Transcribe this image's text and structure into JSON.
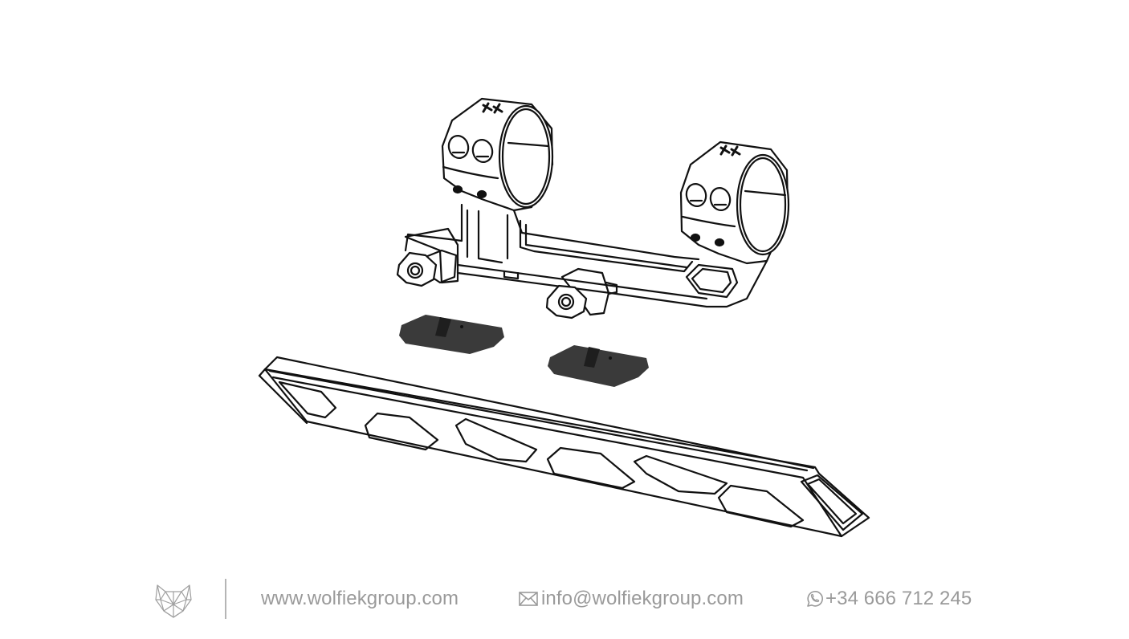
{
  "illustration": {
    "subject": "one-piece scope mount with two rings, two rail adapters and a long Picatinny-style base rail",
    "parts": [
      "scope-mount-rings",
      "rail-adapter-left",
      "rail-adapter-right",
      "base-rail"
    ],
    "colors": {
      "line": "#111111",
      "adapter_fill": "#3c3c3c",
      "background": "#ffffff"
    }
  },
  "footer": {
    "logo": "wolf-head-logo",
    "website": "www.wolfiekgroup.com",
    "email_icon": "envelope-icon",
    "email": "info@wolfiekgroup.com",
    "phone_icon": "whatsapp-icon",
    "phone": "+34 666 712 245",
    "text_color": "#9a9a9a"
  }
}
